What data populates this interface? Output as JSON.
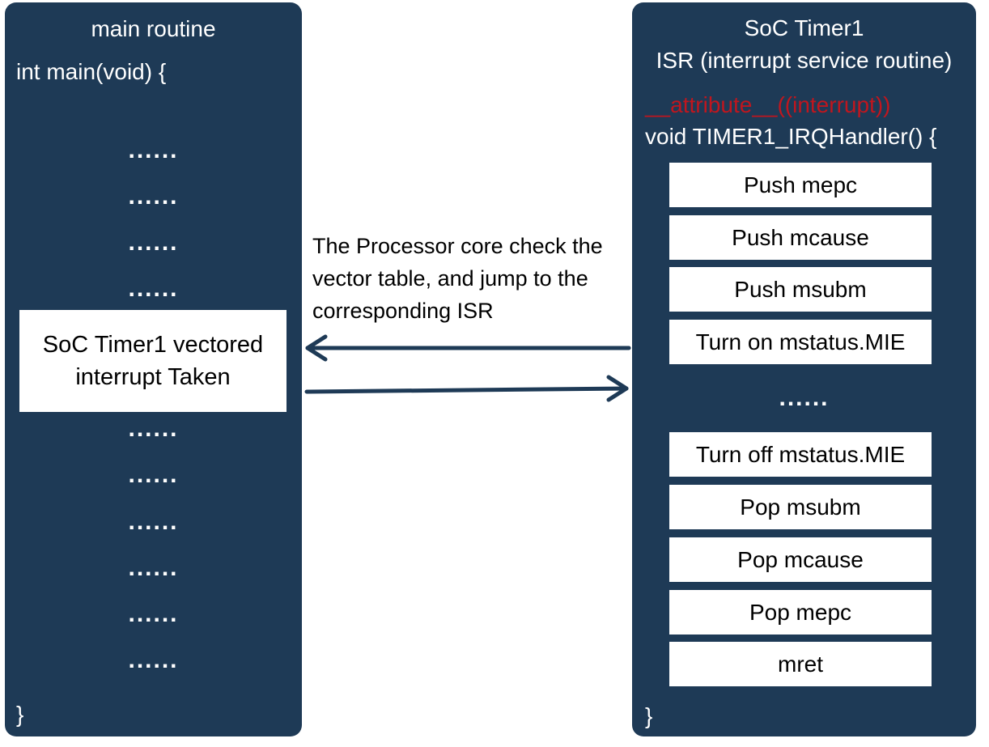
{
  "main_routine": {
    "title": "main routine",
    "signature": "int main(void) {",
    "dots": "......",
    "event": "SoC Timer1 vectored interrupt Taken",
    "closing": "}"
  },
  "isr": {
    "title_line1": "SoC Timer1",
    "title_line2": "ISR (interrupt service routine)",
    "attribute": "__attribute__((interrupt))",
    "signature": "void TIMER1_IRQHandler() {",
    "steps_top": [
      "Push mepc",
      "Push mcause",
      "Push msubm",
      "Turn on mstatus.MIE"
    ],
    "ellipsis": "......",
    "steps_bottom": [
      "Turn off mstatus.MIE",
      "Pop msubm",
      "Pop mcause",
      "Pop mepc",
      "mret"
    ],
    "closing": "}"
  },
  "note": "The Processor core check the vector table, and jump to the corresponding ISR",
  "colors": {
    "panel": "#1e3a56",
    "attribute": "#c0161e",
    "arrow": "#1e3a56"
  }
}
